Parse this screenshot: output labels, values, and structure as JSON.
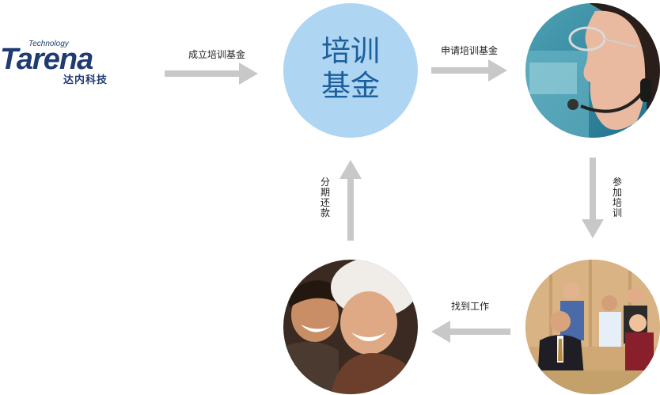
{
  "logo": {
    "technology": "Technology",
    "brand": "Tarena",
    "cn_name": "达内科技"
  },
  "hub": {
    "line1": "培训",
    "line2": "基金"
  },
  "steps": {
    "establish": "成立培训基金",
    "apply": "申请培训基金",
    "attend": "参加培训",
    "find_job": "找到工作",
    "repay": "分期还款"
  },
  "colors": {
    "hub_fill": "#aed5f1",
    "hub_text": "#1b5f9c",
    "arrow": "#c8c8c8",
    "brand_magenta": "#c2185b",
    "brand_navy": "#1f3b73"
  }
}
